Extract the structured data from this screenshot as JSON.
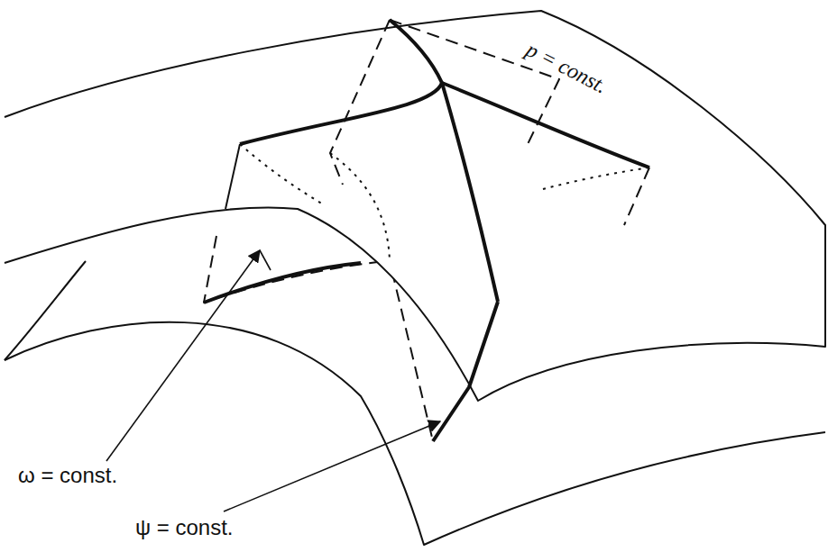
{
  "diagram": {
    "labels": [
      "p = const.",
      "ω = const.",
      "ψ = const."
    ]
  }
}
